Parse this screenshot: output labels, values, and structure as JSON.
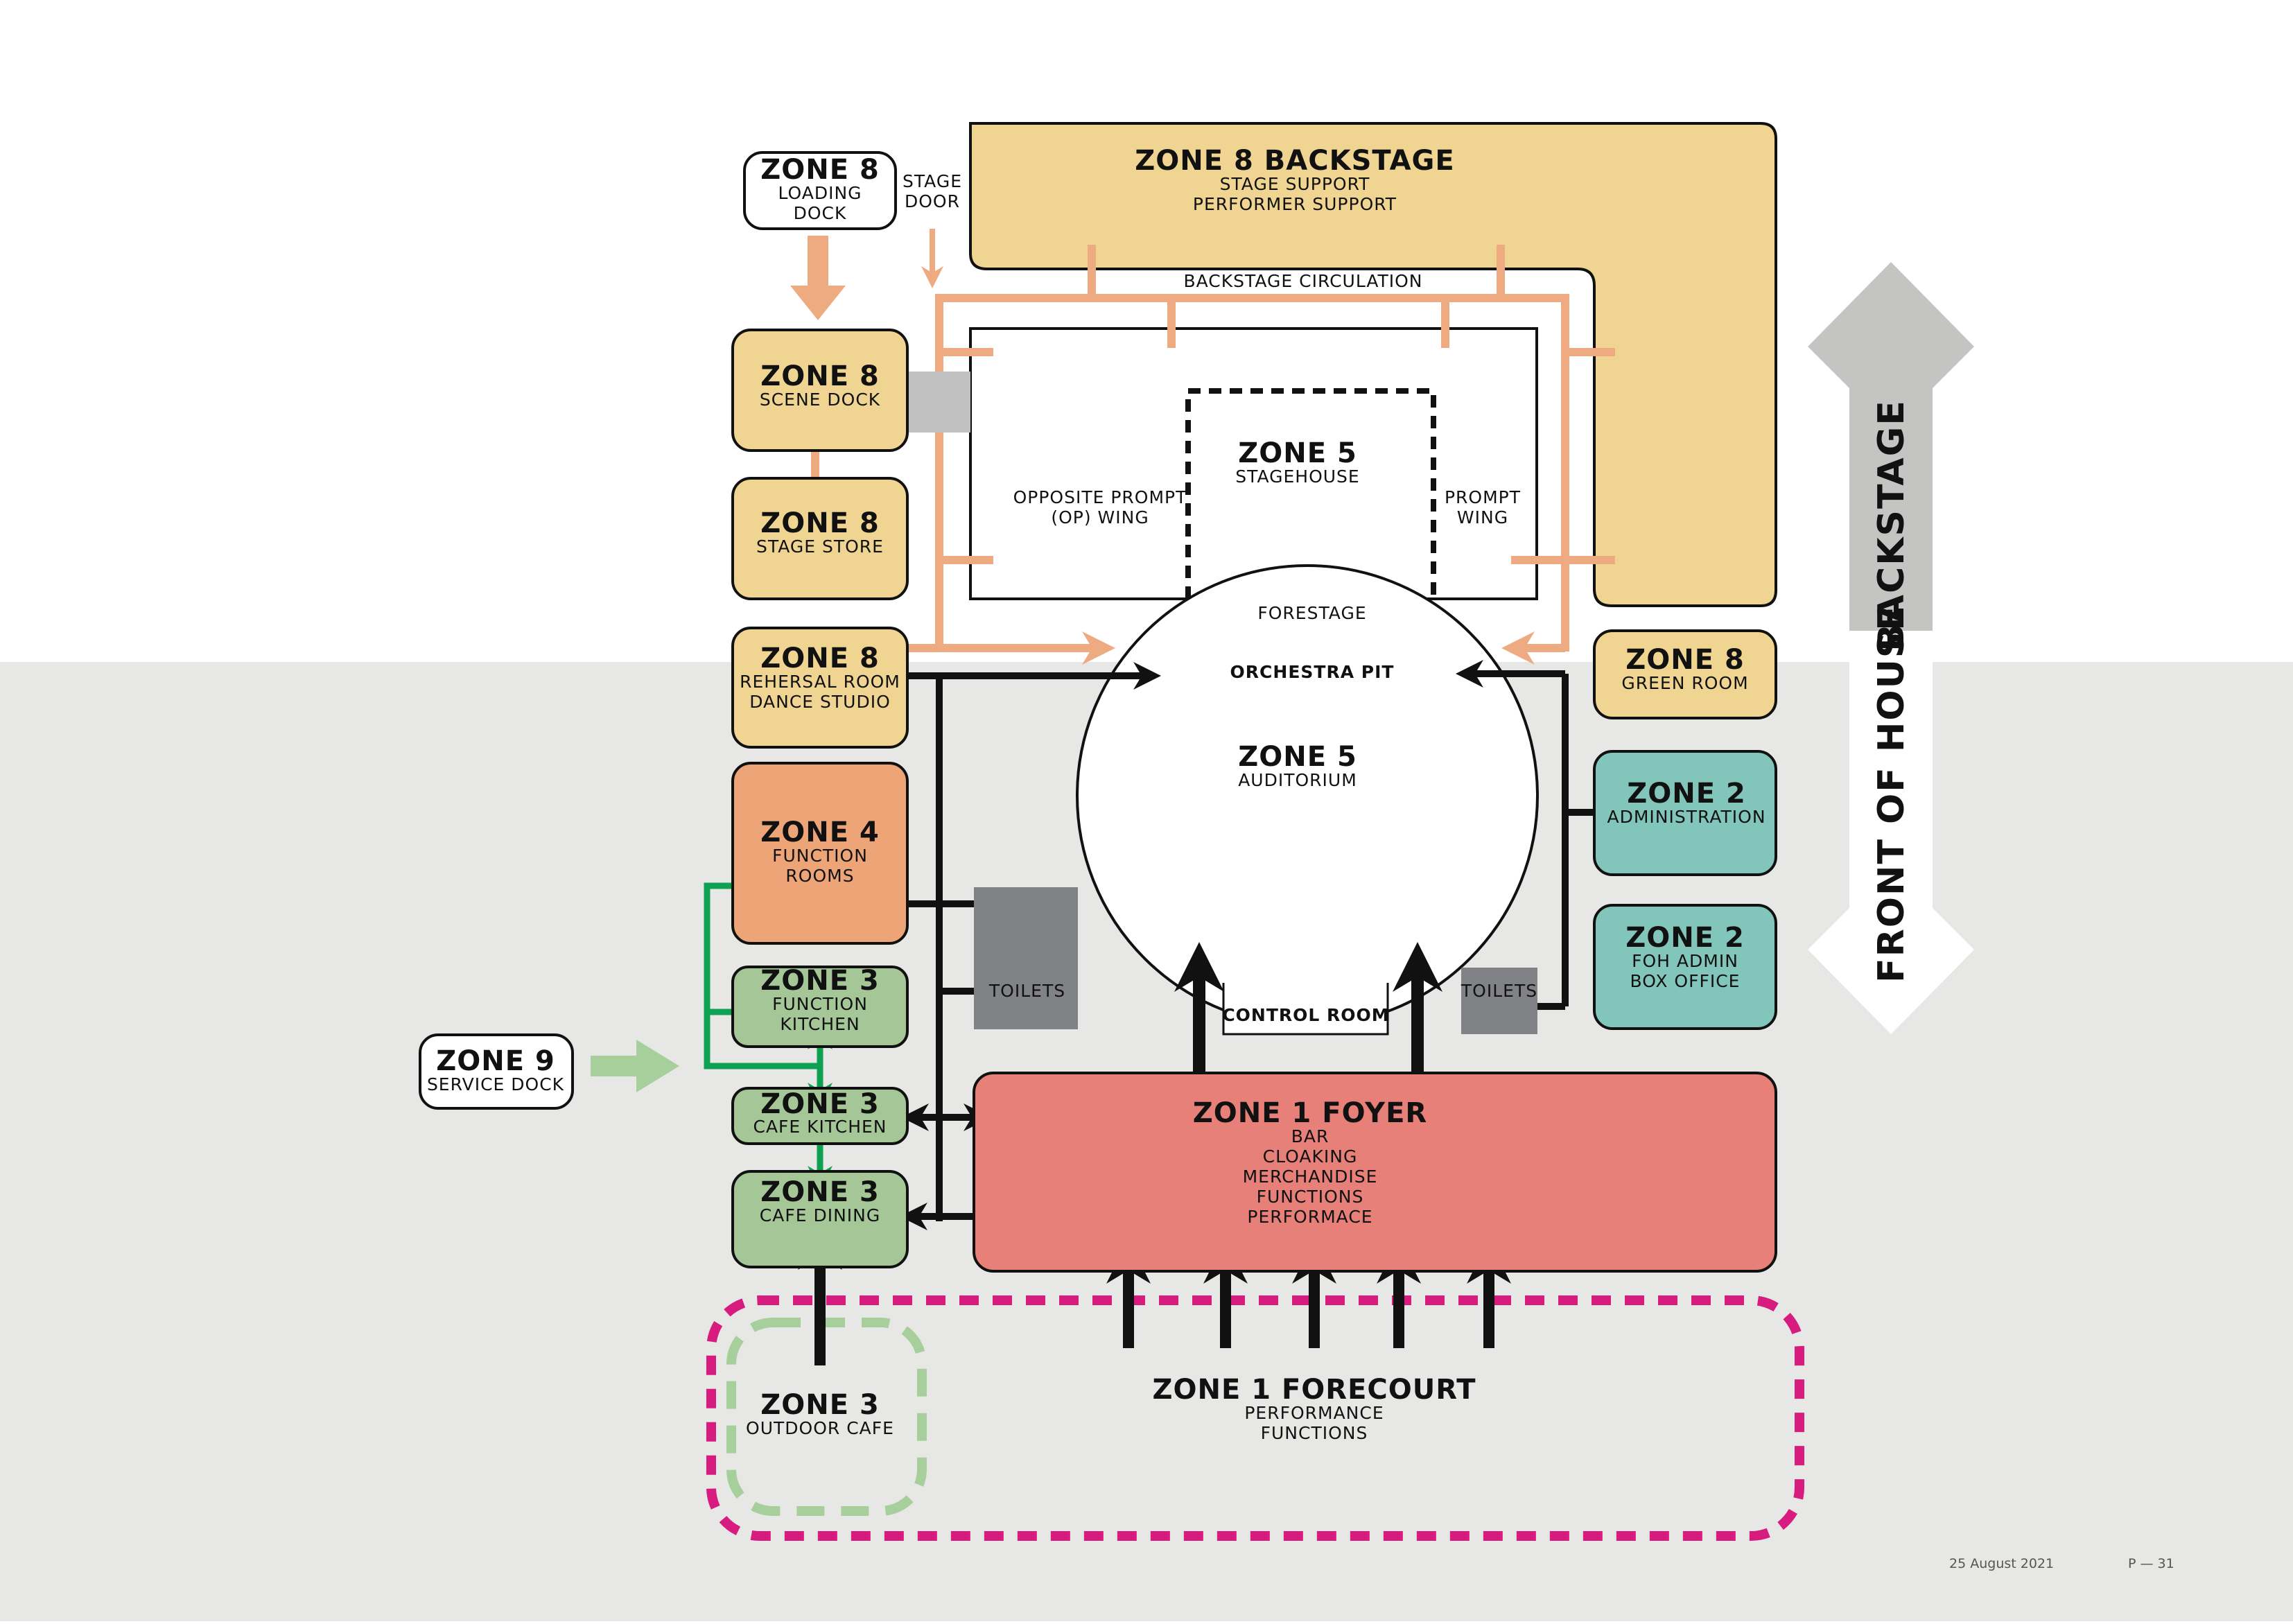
{
  "colors": {
    "back_bg": "#ffffff",
    "front_bg": "#e7e8e5",
    "zone8": "#f0d592",
    "zone4": "#eda578",
    "zone3": "#a5c797",
    "zone2": "#82c5bb",
    "zone1": "#e8807a",
    "toilets": "#808285",
    "backstage_path": "#eeaa80",
    "service_path": "#0fa152",
    "forecourt_outline": "#d81b7e",
    "outdoor_outline": "#a7cf9b",
    "arrow_grey": "#c4c4c2",
    "scene_link": "#c0c0c0"
  },
  "zones": {
    "loading_dock": {
      "title": "ZONE 8",
      "line1": "LOADING",
      "line2": "DOCK"
    },
    "stage_door": {
      "line1": "STAGE",
      "line2": "DOOR"
    },
    "backstage": {
      "title": "ZONE 8 BACKSTAGE",
      "line1": "STAGE SUPPORT",
      "line2": "PERFORMER SUPPORT"
    },
    "backstage_circulation": "BACKSTAGE CIRCULATION",
    "scene_dock": {
      "title": "ZONE 8",
      "line1": "SCENE DOCK"
    },
    "stage_store": {
      "title": "ZONE 8",
      "line1": "STAGE STORE"
    },
    "rehearsal": {
      "title": "ZONE 8",
      "line1": "REHERSAL ROOM",
      "line2": "DANCE STUDIO"
    },
    "green_room": {
      "title": "ZONE 8",
      "line1": "GREEN ROOM"
    },
    "stagehouse": {
      "title": "ZONE 5",
      "line1": "STAGEHOUSE"
    },
    "op_wing": {
      "line1": "OPPOSITE PROMPT",
      "line2": "(OP) WING"
    },
    "prompt_wing": {
      "line1": "PROMPT",
      "line2": "WING"
    },
    "forestage": "FORESTAGE",
    "orchestra_pit": "ORCHESTRA PIT",
    "auditorium": {
      "title": "ZONE 5",
      "line1": "AUDITORIUM"
    },
    "control_room": "CONTROL ROOM",
    "function_rooms": {
      "title": "ZONE 4",
      "line1": "FUNCTION",
      "line2": "ROOMS"
    },
    "toilets_left": "TOILETS",
    "toilets_right": "TOILETS",
    "function_kitchen": {
      "title": "ZONE 3",
      "line1": "FUNCTION",
      "line2": "KITCHEN"
    },
    "cafe_kitchen": {
      "title": "ZONE 3",
      "line1": "CAFE KITCHEN"
    },
    "cafe_dining": {
      "title": "ZONE 3",
      "line1": "CAFE DINING"
    },
    "outdoor_cafe": {
      "title": "ZONE 3",
      "line1": "OUTDOOR CAFE"
    },
    "service_dock": {
      "title": "ZONE 9",
      "line1": "SERVICE DOCK"
    },
    "administration": {
      "title": "ZONE 2",
      "line1": "ADMINISTRATION"
    },
    "foh_admin": {
      "title": "ZONE 2",
      "line1": "FOH ADMIN",
      "line2": "BOX OFFICE"
    },
    "foyer": {
      "title": "ZONE 1 FOYER",
      "lines": [
        "BAR",
        "CLOAKING",
        "MERCHANDISE",
        "FUNCTIONS",
        "PERFORMACE"
      ]
    },
    "forecourt": {
      "title": "ZONE 1 FORECOURT",
      "line1": "PERFORMANCE",
      "line2": "FUNCTIONS"
    }
  },
  "axis": {
    "up": "BACKSTAGE",
    "down": "FRONT OF HOUSE"
  },
  "footer": {
    "date": "25 August 2021",
    "page": "P — 31"
  }
}
